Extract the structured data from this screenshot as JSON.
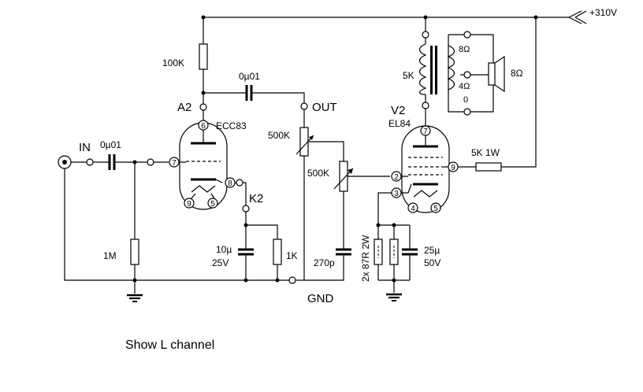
{
  "supply": {
    "voltage": "+310V"
  },
  "input": {
    "label": "IN",
    "cap": "0µ01",
    "grid_resistor": "1M"
  },
  "v1": {
    "type": "ECC83",
    "plate_label": "A2",
    "cathode_label": "K2",
    "pins": {
      "plate": "6",
      "grid": "7",
      "cathode": "8",
      "heater_a": "9",
      "heater_b": "5"
    },
    "plate_resistor": "100K",
    "coupling_cap": "0µ01",
    "out_label": "OUT",
    "cathode_cap": [
      "10µ",
      "25V"
    ],
    "cathode_resistor": "1K"
  },
  "controls": {
    "volume_pot": "500K",
    "tone_pot": "500K",
    "tone_cap": "270p"
  },
  "v2": {
    "name": "V2",
    "type": "EL84",
    "pins": {
      "plate": "7",
      "grid": "2",
      "cathode": "3",
      "screen": "9",
      "heater_a": "4",
      "heater_b": "5"
    },
    "screen_resistor": "5K 1W",
    "cathode_resistor": "2x 87R 2W",
    "cathode_cap": [
      "25µ",
      "50V"
    ]
  },
  "transformer": {
    "primary": "5K",
    "taps": [
      "8Ω",
      "4Ω",
      "0"
    ]
  },
  "speaker": {
    "impedance": "8Ω"
  },
  "ground": {
    "label": "GND"
  },
  "caption": "Show L channel"
}
